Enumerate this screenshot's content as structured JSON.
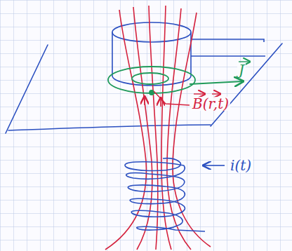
{
  "diagram": {
    "labels": [
      "J",
      "B(r,t)",
      "i(t)"
    ]
  }
}
